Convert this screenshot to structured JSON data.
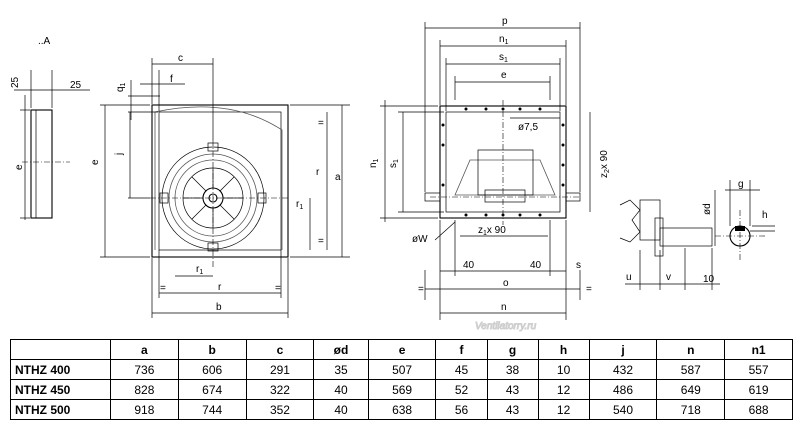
{
  "drawing": {
    "view_label": "..A",
    "watermark": "Ventilatorry.ru",
    "left_view": {
      "dim_25_v": "25",
      "dim_25_h": "25",
      "e": "e"
    },
    "front_view": {
      "c": "c",
      "f": "f",
      "q1": "q",
      "q1_sub": "1",
      "j": "j",
      "e": "e",
      "a": "a",
      "r": "r",
      "r1": "r",
      "r1_sub": "1",
      "r1_bottom": "r",
      "r1_bottom_sub": "1",
      "r_bottom": "r",
      "b": "b",
      "eq": "="
    },
    "side_view": {
      "p": "p",
      "n1": "n",
      "n1_sub": "1",
      "s1": "s",
      "s1_sub": "1",
      "e": "e",
      "n1_side": "n",
      "n1_side_sub": "1",
      "s1_side": "s",
      "s1_side_sub": "1",
      "hole": "ø7,5",
      "z_side": "z",
      "z_side_sub": "2",
      "z_side_x": "x 90",
      "z_bottom": "z",
      "z_bottom_sub": "1",
      "z_bottom_x": "x 90",
      "w": "øW",
      "d40_left": "40",
      "d40_right": "40",
      "s": "s",
      "o": "o",
      "n": "n",
      "eq": "="
    },
    "shaft_view": {
      "g": "g",
      "d": "ød",
      "h": "h",
      "u": "u",
      "v": "v",
      "ten": "10"
    }
  },
  "table": {
    "headers": [
      "",
      "a",
      "b",
      "c",
      "ød",
      "e",
      "f",
      "g",
      "h",
      "j",
      "n",
      "n1"
    ],
    "rows": [
      [
        "NTHZ 400",
        "736",
        "606",
        "291",
        "35",
        "507",
        "45",
        "38",
        "10",
        "432",
        "587",
        "557"
      ],
      [
        "NTHZ 450",
        "828",
        "674",
        "322",
        "40",
        "569",
        "52",
        "43",
        "12",
        "486",
        "649",
        "619"
      ],
      [
        "NTHZ 500",
        "918",
        "744",
        "352",
        "40",
        "638",
        "56",
        "43",
        "12",
        "540",
        "718",
        "688"
      ]
    ]
  }
}
